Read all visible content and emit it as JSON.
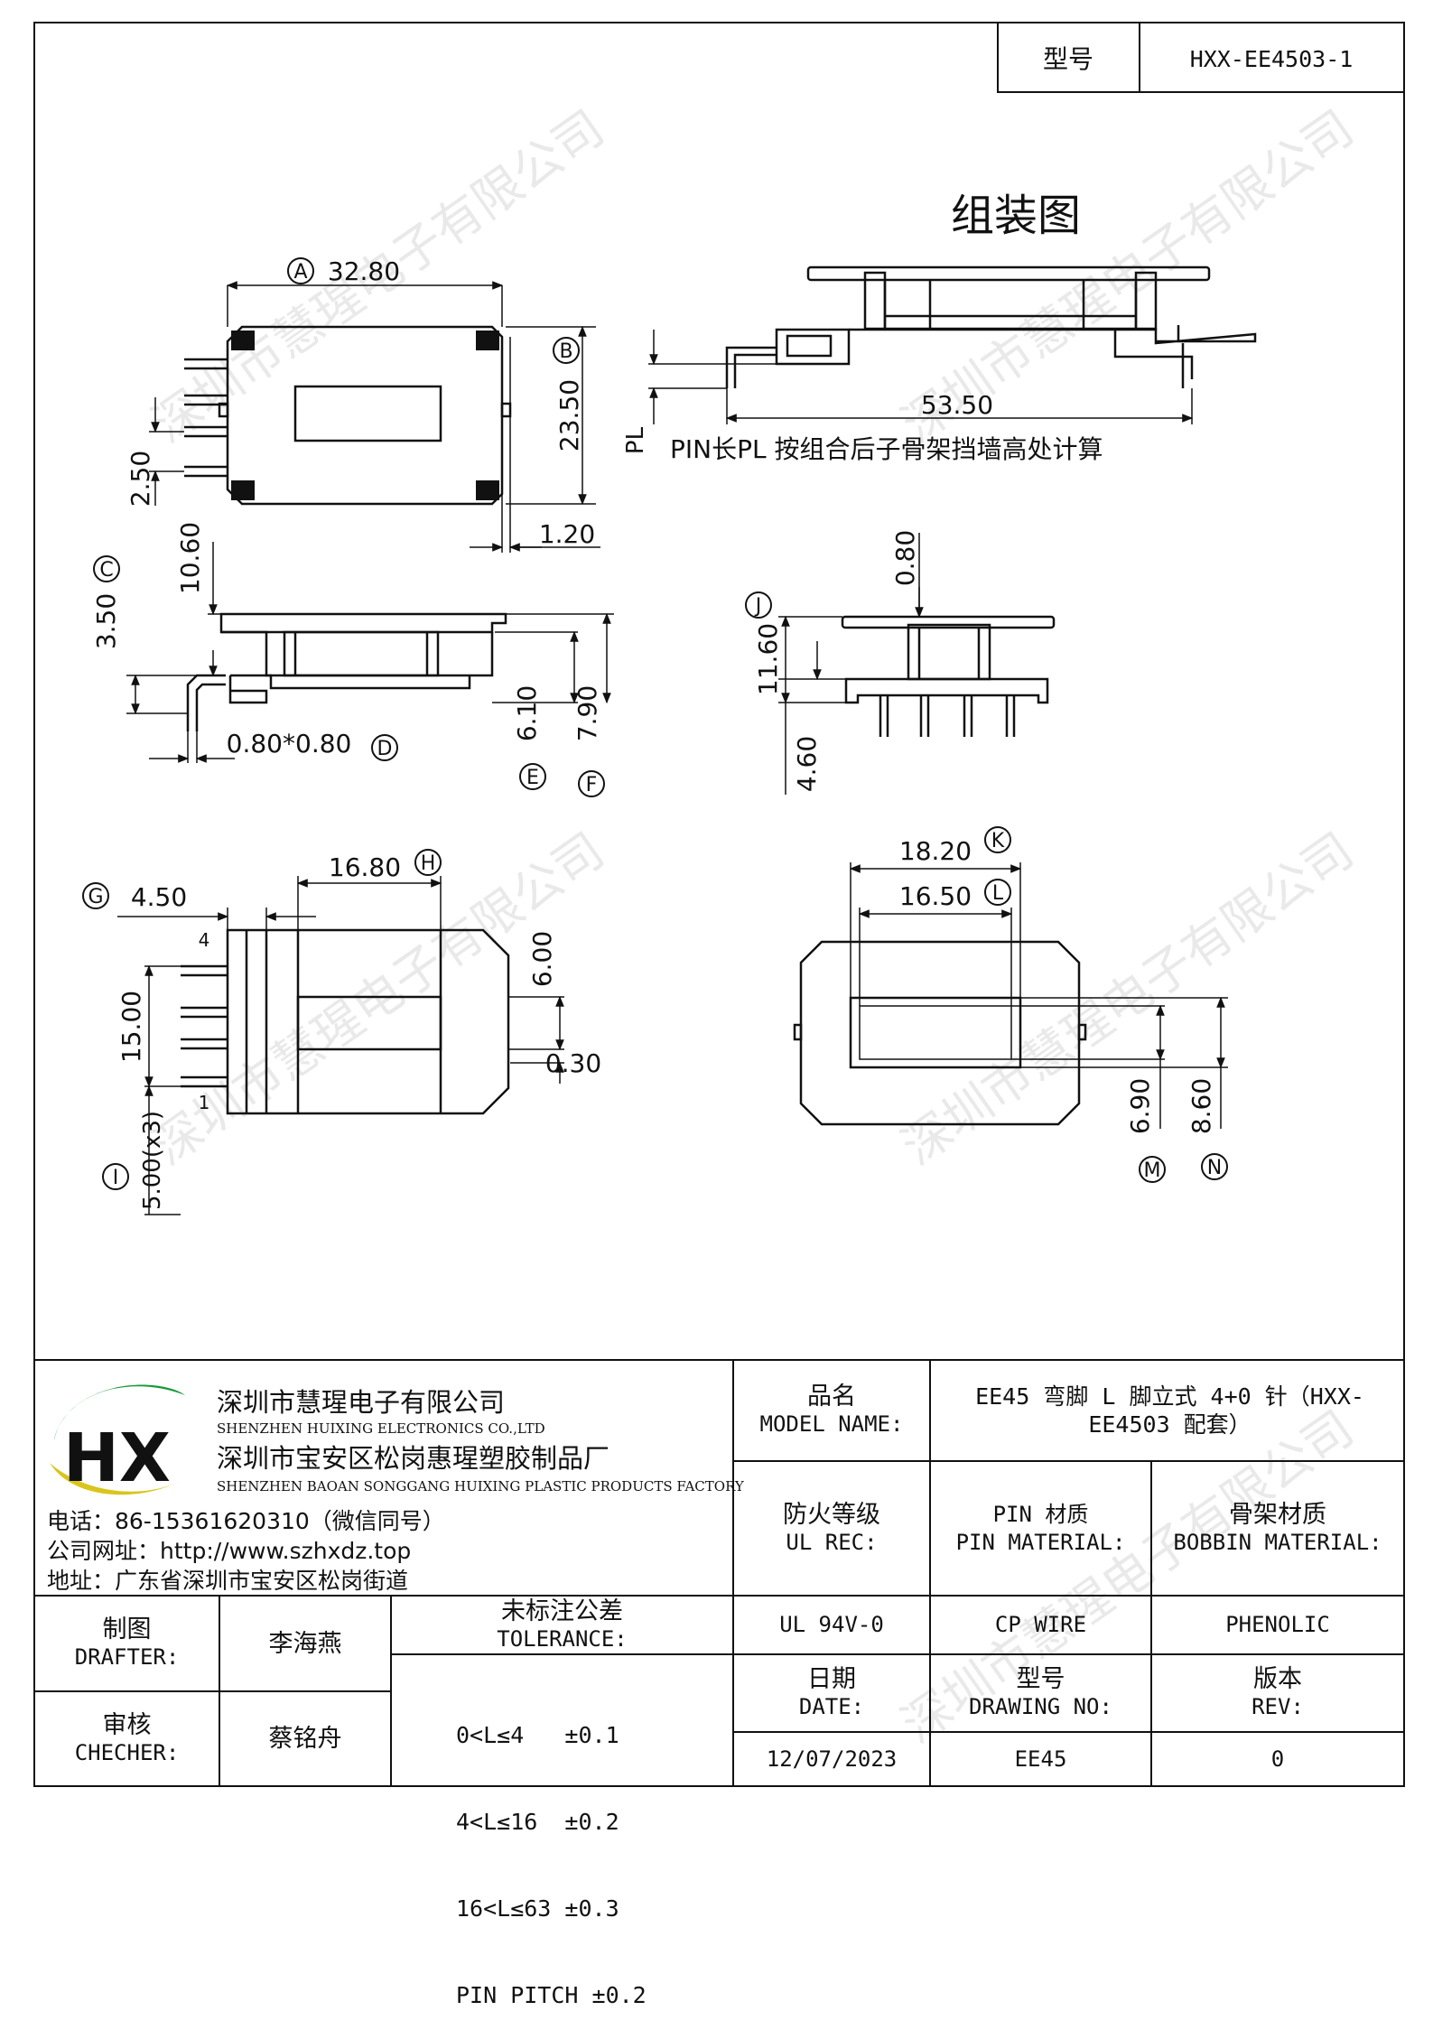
{
  "model_box": {
    "label": "型号",
    "value": "HXX-EE4503-1"
  },
  "assembly_title": "组装图",
  "assembly_note": "PIN长PL 按组合后子骨架挡墙高处计算",
  "dimensions": {
    "A": "32.80",
    "B": "23.50",
    "pitch_top": "2.50",
    "dim_1_20": "1.20",
    "C": "3.50",
    "dim_10_60": "10.60",
    "D": "0.80*0.80",
    "E": "6.10",
    "F": "7.90",
    "G": "4.50",
    "H": "16.80",
    "dim_15_00": "15.00",
    "dim_6_00": "6.00",
    "dim_0_30": "0.30",
    "I": "5.00(x3)",
    "J": "11.60",
    "dim_0_80": "0.80",
    "dim_4_60": "4.60",
    "K": "18.20",
    "L": "16.50",
    "M": "6.90",
    "N": "8.60",
    "PL": "PL",
    "dim_53_50": "53.50"
  },
  "circle_labels": {
    "A": "A",
    "B": "B",
    "C": "C",
    "D": "D",
    "E": "E",
    "F": "F",
    "G": "G",
    "H": "H",
    "I": "I",
    "J": "J",
    "K": "K",
    "L": "L",
    "M": "M",
    "N": "N"
  },
  "pin_numbers": {
    "top": "4",
    "bottom": "1"
  },
  "watermark": "深圳市慧瑆电子有限公司",
  "company": {
    "name_cn": "深圳市慧瑆电子有限公司",
    "name_en": "SHENZHEN HUIXING ELECTRONICS CO.,LTD",
    "factory_cn": "深圳市宝安区松岗惠瑆塑胶制品厂",
    "factory_en": "SHENZHEN BAOAN SONGGANG HUIXING PLASTIC PRODUCTS FACTORY",
    "phone": "电话：86-15361620310（微信同号）",
    "website": "公司网址：http://www.szhxdz.top",
    "address": "地址：广东省深圳市宝安区松岗街道",
    "logo_text": "HX",
    "colors": {
      "green": "#1a9a3a",
      "yellow": "#d9c51c"
    }
  },
  "title_block": {
    "model_name_label_cn": "品名",
    "model_name_label_en": "MODEL NAME:",
    "model_name_value": "EE45 弯脚 L 脚立式 4+0 针（HXX-EE4503 配套）",
    "ul_label_cn": "防火等级",
    "ul_label_en": "UL REC:",
    "pin_mat_label_cn": "PIN 材质",
    "pin_mat_label_en": "PIN MATERIAL:",
    "bobbin_mat_label_cn": "骨架材质",
    "bobbin_mat_label_en": "BOBBIN MATERIAL:",
    "ul_value": "UL 94V-0",
    "pin_mat_value": "CP WIRE",
    "bobbin_mat_value": "PHENOLIC",
    "date_label_cn": "日期",
    "date_label_en": "DATE:",
    "drawing_no_label_cn": "型号",
    "drawing_no_label_en": "DRAWING NO:",
    "rev_label_cn": "版本",
    "rev_label_en": "REV:",
    "date_value": "12/07/2023",
    "drawing_no_value": "EE45",
    "rev_value": "0",
    "drafter_label_cn": "制图",
    "drafter_label_en": "DRAFTER:",
    "drafter_value": "李海燕",
    "checker_label_cn": "审核",
    "checker_label_en": "CHECHER:",
    "checker_value": "蔡铭舟",
    "tolerance_label_cn": "未标注公差",
    "tolerance_label_en": "TOLERANCE:",
    "tolerance_lines": [
      "0<L≤4   ±0.1",
      "4<L≤16  ±0.2",
      "16<L≤63 ±0.3",
      "PIN PITCH ±0.2"
    ]
  }
}
